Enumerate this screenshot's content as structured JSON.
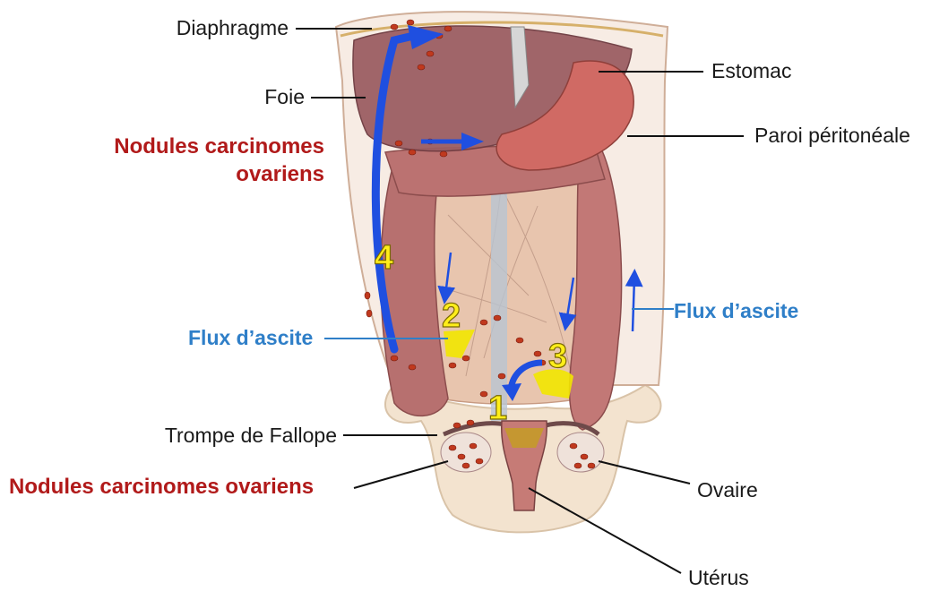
{
  "labels": {
    "diaphragme": "Diaphragme",
    "foie": "Foie",
    "estomac": "Estomac",
    "paroi": "Paroi péritonéale",
    "nodules_top_line1": "Nodules carcinomes",
    "nodules_top_line2": "ovariens",
    "flux_left": "Flux d’ascite",
    "flux_right": "Flux d’ascite",
    "trompe": "Trompe de Fallope",
    "nodules_bottom": "Nodules carcinomes ovariens",
    "ovaire": "Ovaire",
    "uterus": "Utérus"
  },
  "markers": {
    "one": "1",
    "two": "2",
    "three": "3",
    "four": "4"
  },
  "colors": {
    "label_black": "#1a1a1a",
    "label_red": "#b11a1a",
    "label_blue": "#2f7fc8",
    "arrow_blue": "#1f4fe0",
    "marker_yellow": "#ffee1a",
    "nodule": "#c0391e"
  }
}
